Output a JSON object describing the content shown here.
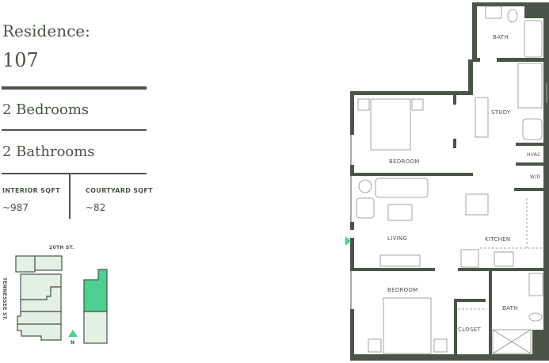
{
  "residence": {
    "label": "Residence:",
    "number": "107"
  },
  "bedrooms": "2 Bedrooms",
  "bathrooms": "2 Bathrooms",
  "sqft": {
    "interior_label": "INTERIOR SQFT",
    "interior_value": "~987",
    "courtyard_label": "COURTYARD SQFT",
    "courtyard_value": "~82"
  },
  "site_map": {
    "street_top": "20TH ST.",
    "street_side": "TENNESSEE ST.",
    "north": "N",
    "highlight_color": "#4ccf8f",
    "building_color": "#e2f1e4"
  },
  "floor_plan": {
    "rooms": {
      "bath_1": "BATH",
      "study": "STUDY",
      "bedroom_1": "BEDROOM",
      "hvac": "HVAC",
      "wd": "W/D",
      "living": "LIVING",
      "kitchen": "KITCHEN",
      "bedroom_2": "BEDROOM",
      "bath_2": "BATH",
      "closet": "CLOSET"
    },
    "wall_color": "#4a5548",
    "entry_color": "#4ccf8f"
  }
}
